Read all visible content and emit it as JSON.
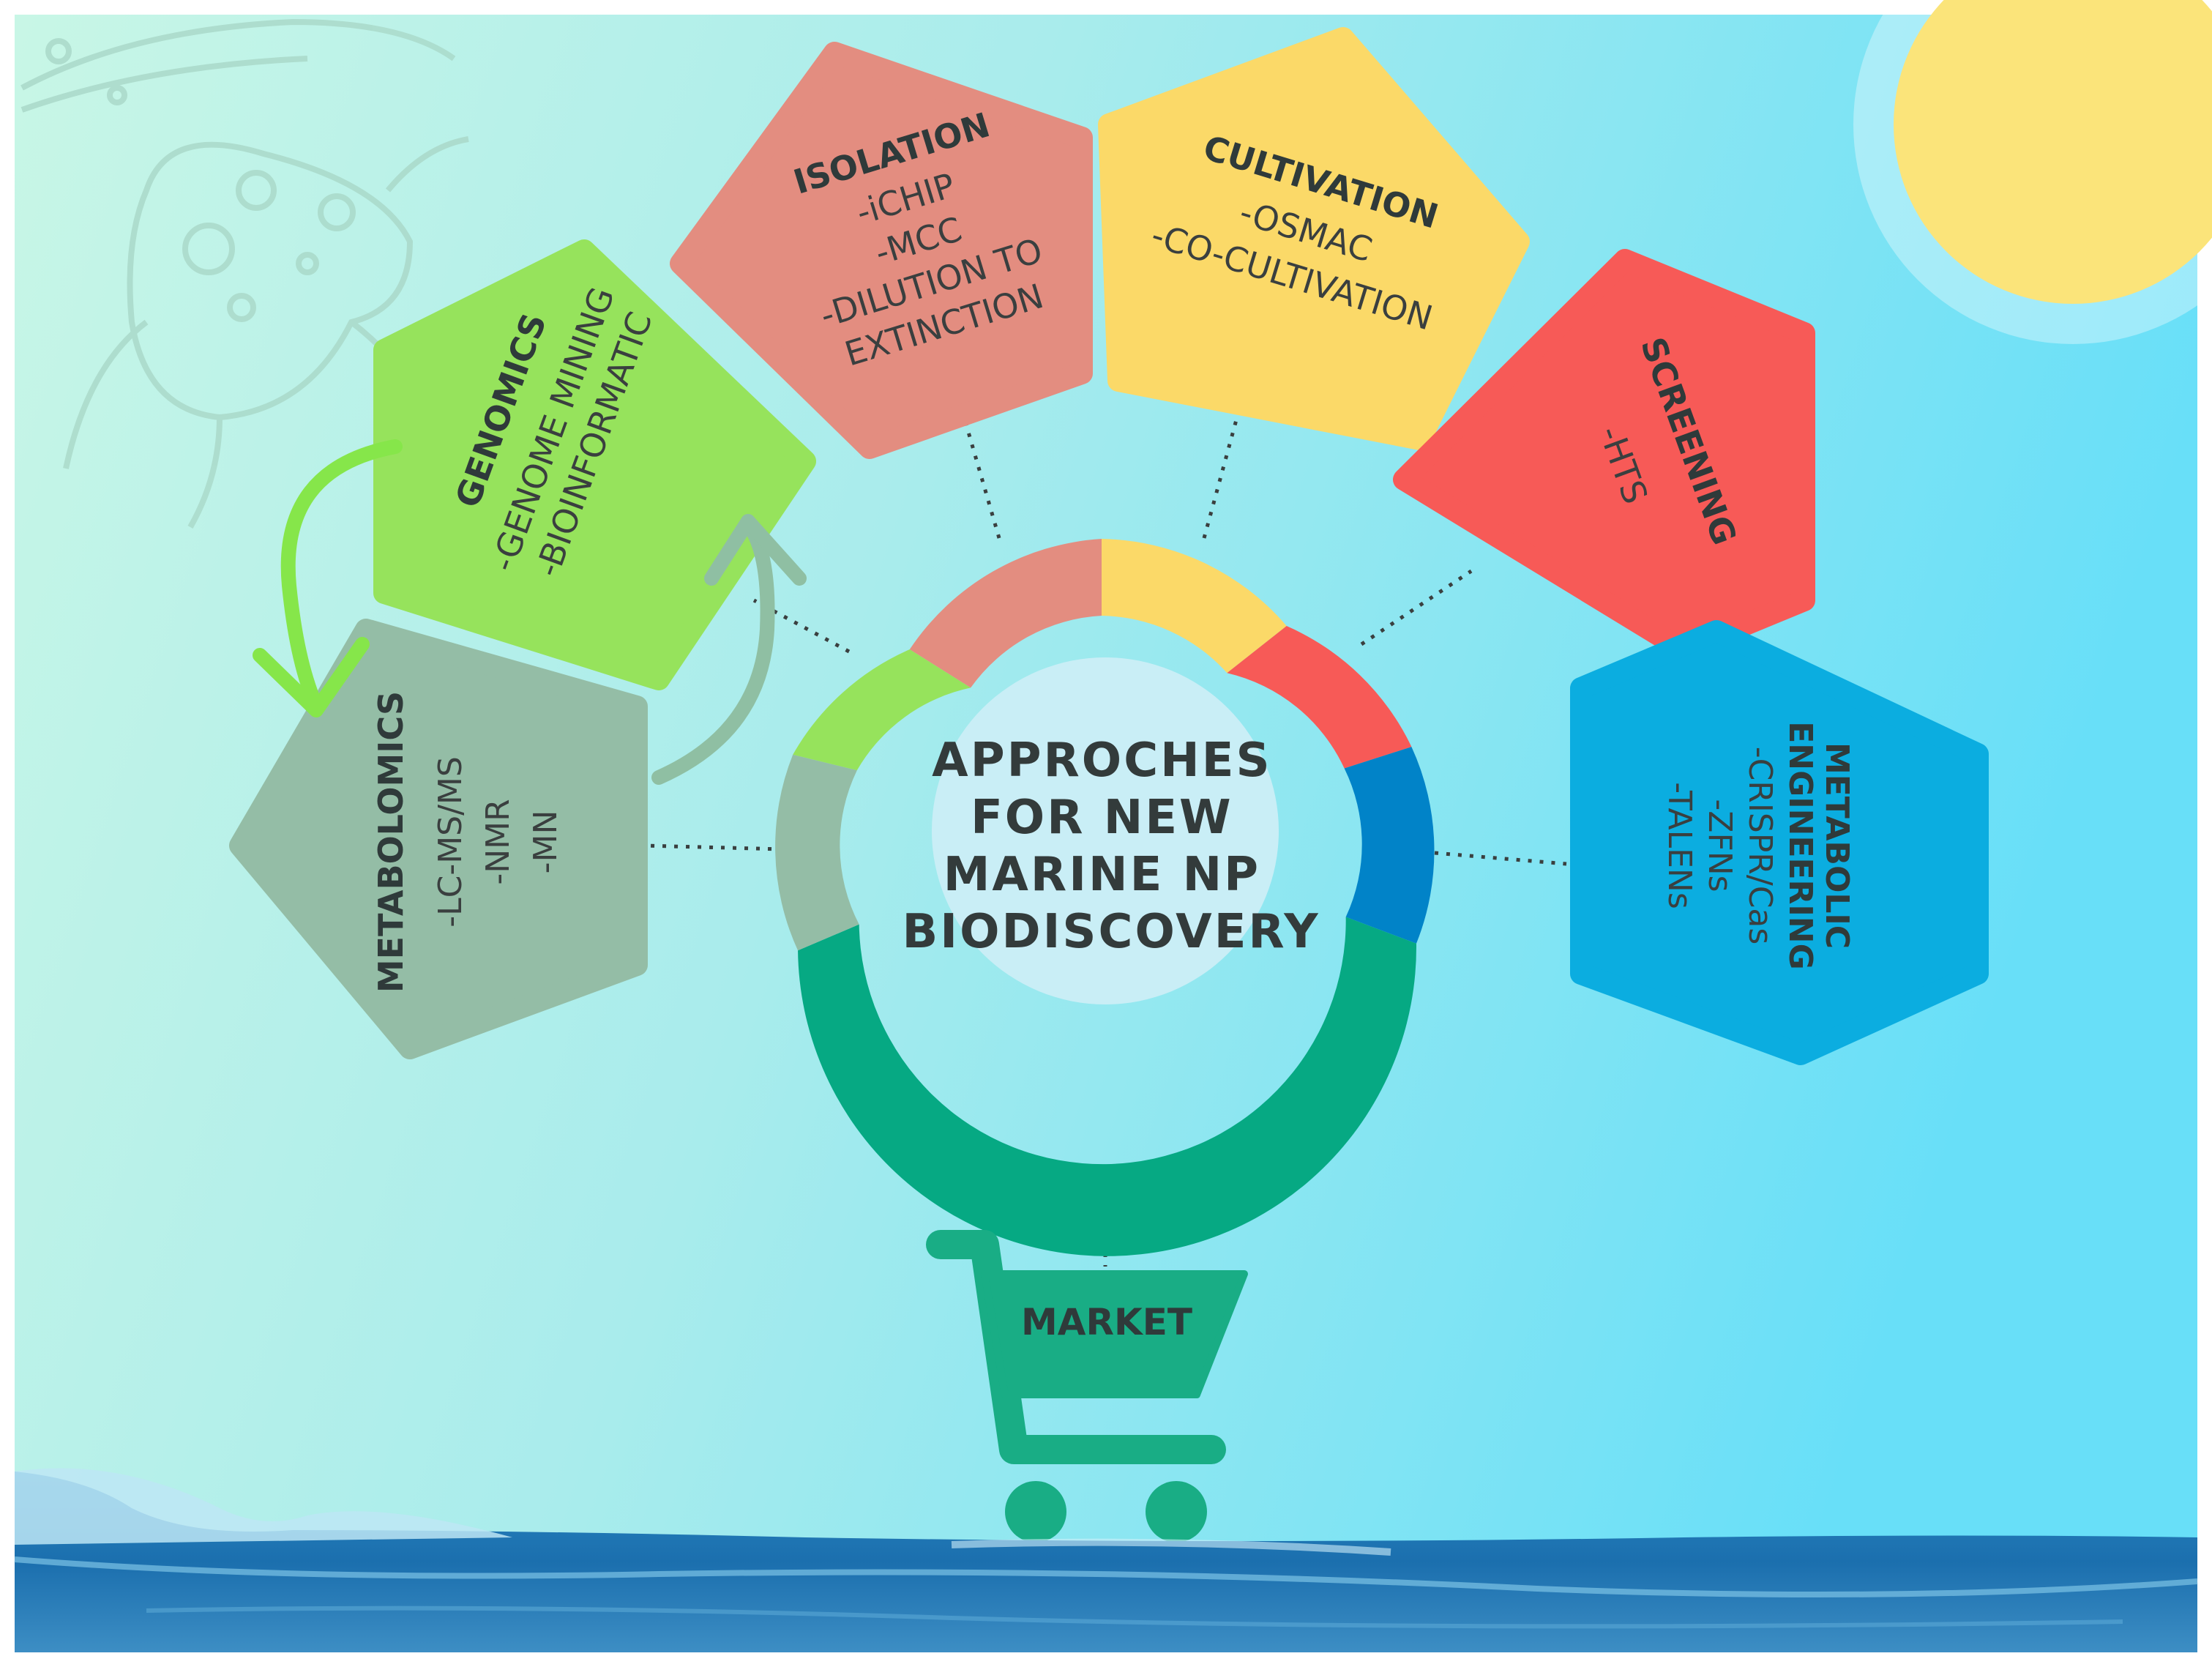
{
  "center": {
    "lines": [
      "APPROCHES",
      "FOR NEW",
      "MARINE NP",
      "BIODISCOVERY"
    ]
  },
  "approaches": [
    {
      "key": "genomics",
      "title": "GENOMICS",
      "items": [
        "-GENOME MINING",
        "-BIOINFORMATIC"
      ],
      "color": "#96e35c"
    },
    {
      "key": "isolation",
      "title": "ISOLATION",
      "items": [
        "-iCHIP",
        "-MCC",
        "-DILUTION TO",
        "EXTINCTION"
      ],
      "color": "#e38d80"
    },
    {
      "key": "cultivation",
      "title": "CULTIVATION",
      "items": [
        "-OSMAC",
        "-CO-CULTIVATION"
      ],
      "color": "#fbd968"
    },
    {
      "key": "screening",
      "title": "SCREENING",
      "items": [
        "-HTS"
      ],
      "color": "#f75a57"
    },
    {
      "key": "metabolic-engineering",
      "title_lines": [
        "METABOLIC",
        "ENGINEERING"
      ],
      "items": [
        "-CRISPR/Cas",
        "-ZFNs",
        "-TALENs"
      ],
      "color": "#0bade0"
    },
    {
      "key": "metabolomics",
      "title": "METABOLOMICS",
      "items": [
        "-LC-MS/MS",
        "-NMR",
        "-MN"
      ],
      "color": "#94bda6"
    }
  ],
  "market": {
    "label": "MARKET",
    "color": "#19ad85"
  },
  "colors": {
    "ring_genomics": "#96e35c",
    "ring_isolation": "#e38d80",
    "ring_cultivation": "#fbd968",
    "ring_screening": "#f75a57",
    "ring_metabolic": "#0183c8",
    "ring_market": "#06a983",
    "ring_metabolomics": "#94bda6",
    "center_fill": "#c9eef6",
    "sun": "#fbe47a",
    "sea": "#1a74b2"
  }
}
